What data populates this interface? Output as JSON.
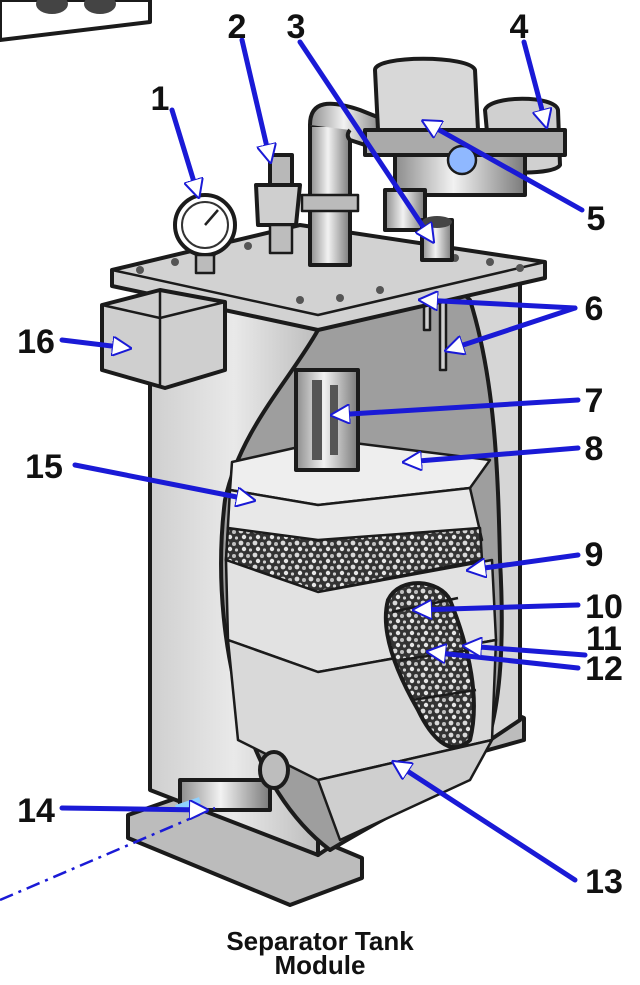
{
  "title_line1": "Separator Tank",
  "title_line2": "Module",
  "callouts": [
    "1",
    "2",
    "3",
    "4",
    "5",
    "6",
    "7",
    "8",
    "9",
    "10",
    "11",
    "12",
    "13",
    "14",
    "15",
    "16"
  ],
  "colors": {
    "leader": "#1a1ad6",
    "outline": "#1b1b1b",
    "metal_light": "#e6e6e6",
    "metal_mid": "#c8c8c8",
    "metal_dark": "#9a9a9a",
    "media": "#3a3a3a"
  }
}
